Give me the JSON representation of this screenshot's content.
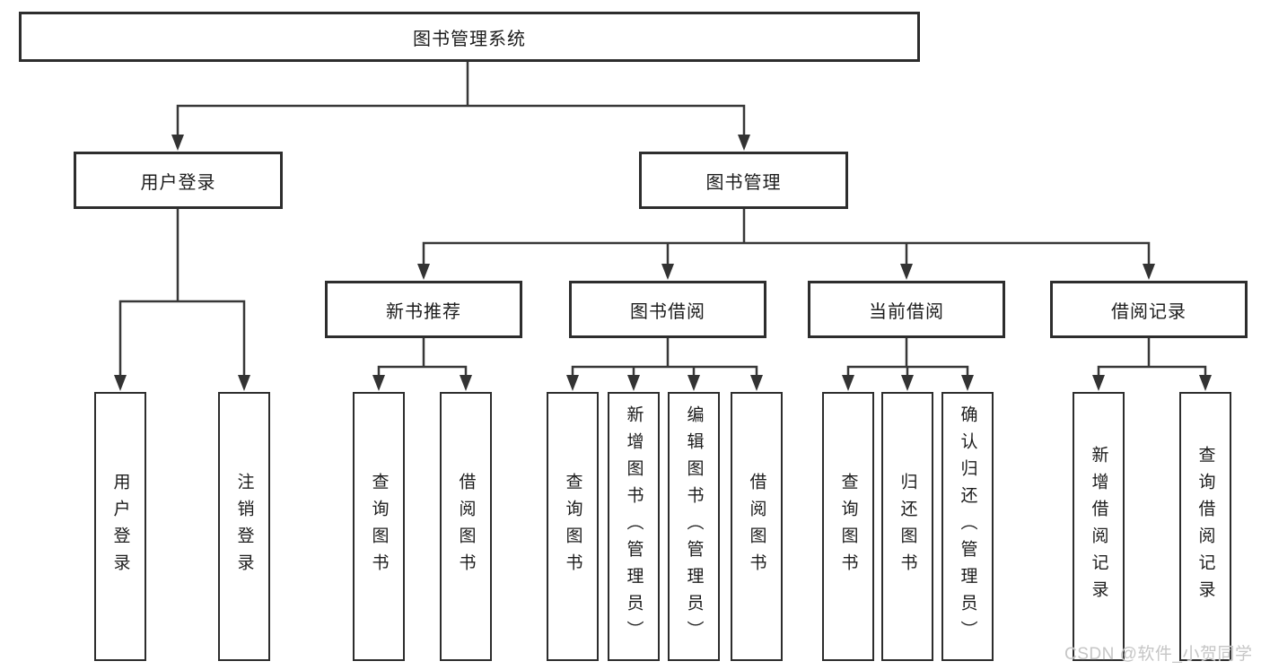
{
  "diagram": {
    "colors": {
      "line": "#383838",
      "box_border": "#2d2d2d",
      "box_fill": "#ffffff",
      "text": "#1c1c1c",
      "watermark_text": "#c6c6c6"
    },
    "tree": {
      "root": {
        "label": "图书管理系统",
        "children": [
          {
            "label": "用户登录",
            "children": [
              {
                "label": "用户登录"
              },
              {
                "label": "注销登录"
              }
            ]
          },
          {
            "label": "图书管理",
            "children": [
              {
                "label": "新书推荐",
                "children": [
                  {
                    "label": "查询图书"
                  },
                  {
                    "label": "借阅图书"
                  }
                ]
              },
              {
                "label": "图书借阅",
                "children": [
                  {
                    "label": "查询图书"
                  },
                  {
                    "label": "新增图书（管理员）"
                  },
                  {
                    "label": "编辑图书（管理员）"
                  },
                  {
                    "label": "借阅图书"
                  }
                ]
              },
              {
                "label": "当前借阅",
                "children": [
                  {
                    "label": "查询图书"
                  },
                  {
                    "label": "归还图书"
                  },
                  {
                    "label": "确认归还（管理员）"
                  }
                ]
              },
              {
                "label": "借阅记录",
                "children": [
                  {
                    "label": "新增借阅记录"
                  },
                  {
                    "label": "查询借阅记录"
                  }
                ]
              }
            ]
          }
        ]
      }
    },
    "watermark": "CSDN @软件_小贺同学"
  }
}
